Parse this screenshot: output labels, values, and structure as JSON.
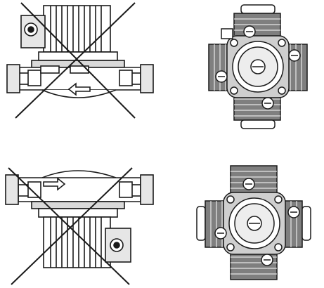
{
  "figure": {
    "panels": [
      {
        "id": "side-top",
        "view": "side",
        "motor_position": "top",
        "status": "incorrect"
      },
      {
        "id": "front-top",
        "view": "front",
        "status": "correct"
      },
      {
        "id": "side-bottom",
        "view": "side",
        "motor_position": "bottom",
        "status": "incorrect"
      },
      {
        "id": "front-bottom",
        "view": "front",
        "status": "correct"
      }
    ],
    "colors": {
      "ink": "#1a1a1a",
      "background": "#ffffff",
      "shade": "#9a9a9a",
      "light": "#d9d9d9"
    }
  }
}
